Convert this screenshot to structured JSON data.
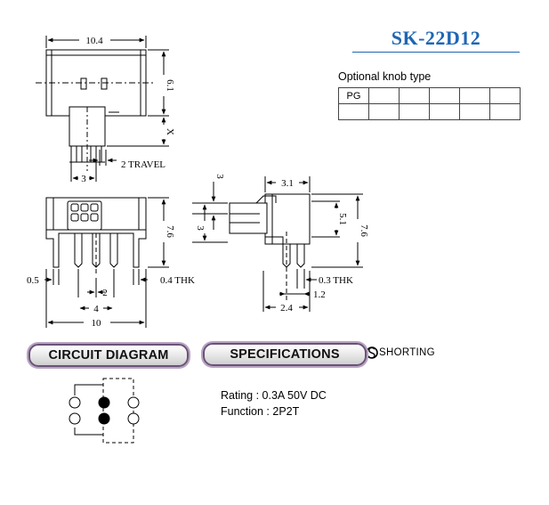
{
  "model": "SK-22D12",
  "knob": {
    "label": "Optional knob type",
    "rows": [
      [
        "PG",
        "",
        "",
        "",
        "",
        ""
      ],
      [
        "",
        "",
        "",
        "",
        "",
        ""
      ]
    ]
  },
  "dims": {
    "top_width": "10.4",
    "height": "6.1",
    "x": "X",
    "travel": "2 TRAVEL",
    "pitch3": "3",
    "side_3a": "3",
    "side_3b": "3",
    "side_31": "3.1",
    "side_51": "5.1",
    "side_76": "7.6",
    "front_76": "7.6",
    "d05": "0.5",
    "d04": "0.4 THK",
    "d2": "2",
    "d4": "4",
    "d10": "10",
    "d03": "0.3 THK",
    "d12": "1.2",
    "d24": "2.4"
  },
  "headings": {
    "circuit": "CIRCUIT DIAGRAM",
    "specs": "SPECIFICATIONS",
    "shorting": "SHORTING"
  },
  "specs": {
    "rating": "Rating : 0.3A 50V DC",
    "function": "Function : 2P2T"
  }
}
